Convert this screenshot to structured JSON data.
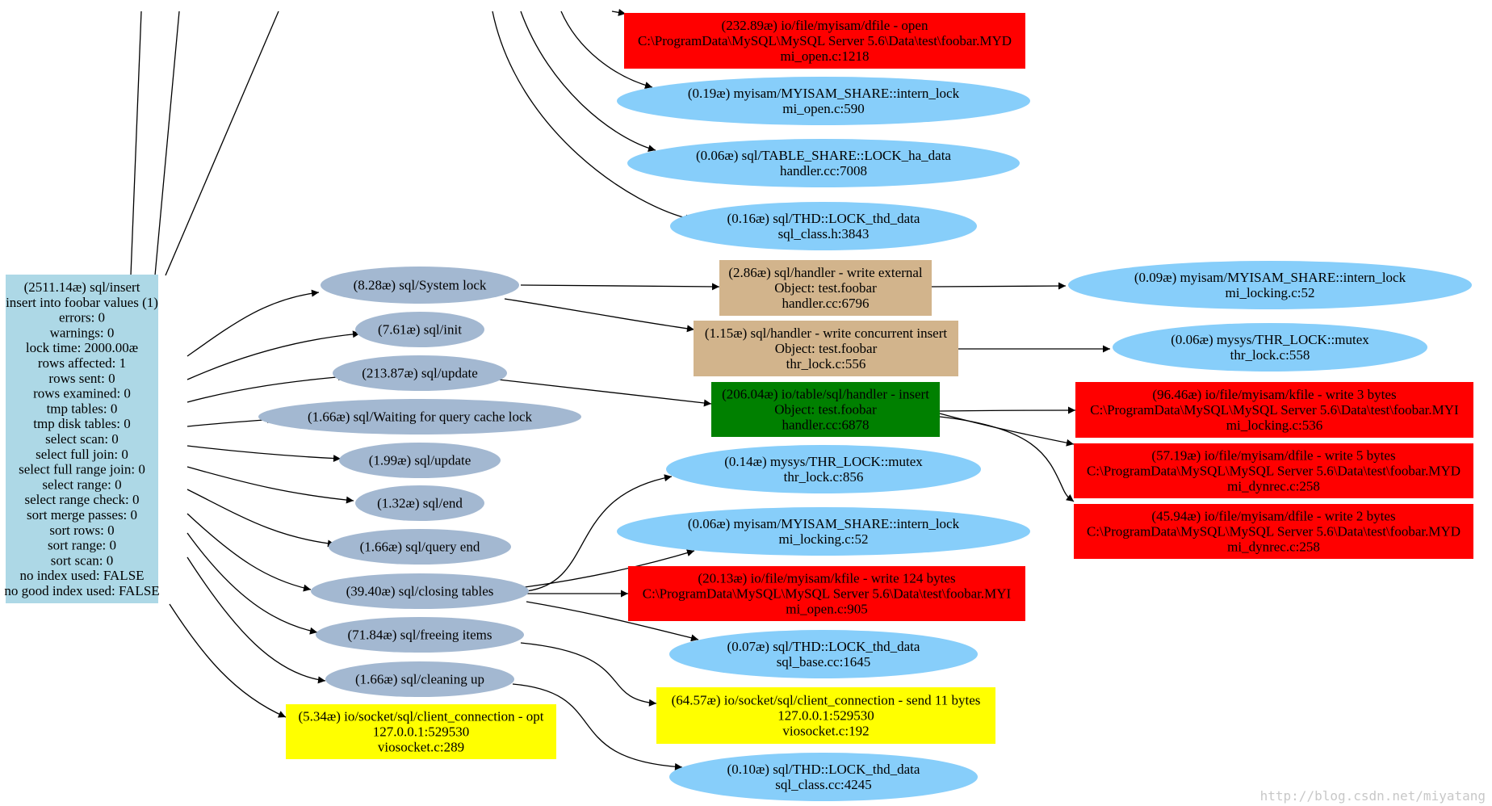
{
  "nodes": {
    "insert": {
      "shape": "box",
      "fill": "#add8e6",
      "lines": [
        "(2511.14æ) sql/insert",
        "insert into foobar values (1)",
        "errors: 0",
        "warnings: 0",
        "lock time: 2000.00æ",
        "rows affected: 1",
        "rows sent: 0",
        "rows examined: 0",
        "tmp tables: 0",
        "tmp disk tables: 0",
        "select scan: 0",
        "select full join: 0",
        "select full range join: 0",
        "select range: 0",
        "select range check: 0",
        "sort merge passes: 0",
        "sort rows: 0",
        "sort range: 0",
        "sort scan: 0",
        "no index used: FALSE",
        "no good index used: FALSE"
      ]
    },
    "system_lock": {
      "shape": "ellipse",
      "fill": "#a3b8d1",
      "lines": [
        "(8.28æ) sql/System lock"
      ]
    },
    "init": {
      "shape": "ellipse",
      "fill": "#a3b8d1",
      "lines": [
        "(7.61æ) sql/init"
      ]
    },
    "update1": {
      "shape": "ellipse",
      "fill": "#a3b8d1",
      "lines": [
        "(213.87æ) sql/update"
      ]
    },
    "wait_qc": {
      "shape": "ellipse",
      "fill": "#a3b8d1",
      "lines": [
        "(1.66æ) sql/Waiting for query cache lock"
      ]
    },
    "update2": {
      "shape": "ellipse",
      "fill": "#a3b8d1",
      "lines": [
        "(1.99æ) sql/update"
      ]
    },
    "end": {
      "shape": "ellipse",
      "fill": "#a3b8d1",
      "lines": [
        "(1.32æ) sql/end"
      ]
    },
    "query_end": {
      "shape": "ellipse",
      "fill": "#a3b8d1",
      "lines": [
        "(1.66æ) sql/query end"
      ]
    },
    "closing_tables": {
      "shape": "ellipse",
      "fill": "#a3b8d1",
      "lines": [
        "(39.40æ) sql/closing tables"
      ]
    },
    "freeing_items": {
      "shape": "ellipse",
      "fill": "#a3b8d1",
      "lines": [
        "(71.84æ) sql/freeing items"
      ]
    },
    "cleaning_up": {
      "shape": "ellipse",
      "fill": "#a3b8d1",
      "lines": [
        "(1.66æ) sql/cleaning up"
      ]
    },
    "client_opt": {
      "shape": "box",
      "fill": "#ffff00",
      "lines": [
        "(5.34æ) io/socket/sql/client_connection - opt",
        "127.0.0.1:529530",
        "viosocket.c:289"
      ]
    },
    "dfile_open": {
      "shape": "box",
      "fill": "#ff0000",
      "lines": [
        "(232.89æ) io/file/myisam/dfile - open",
        "C:\\ProgramData\\MySQL\\MySQL Server 5.6\\Data\\test\\foobar.MYD",
        "mi_open.c:1218"
      ]
    },
    "intern_lock_open": {
      "shape": "ellipse",
      "fill": "#87cefa",
      "lines": [
        "(0.19æ) myisam/MYISAM_SHARE::intern_lock",
        "mi_open.c:590"
      ]
    },
    "lock_ha_data": {
      "shape": "ellipse",
      "fill": "#87cefa",
      "lines": [
        "(0.06æ) sql/TABLE_SHARE::LOCK_ha_data",
        "handler.cc:7008"
      ]
    },
    "lock_thd_data_h": {
      "shape": "ellipse",
      "fill": "#87cefa",
      "lines": [
        "(0.16æ) sql/THD::LOCK_thd_data",
        "sql_class.h:3843"
      ]
    },
    "handler_ext": {
      "shape": "box",
      "fill": "#d2b48c",
      "lines": [
        "(2.86æ) sql/handler - write external",
        "Object: test.foobar",
        "handler.cc:6796"
      ]
    },
    "handler_conc": {
      "shape": "box",
      "fill": "#d2b48c",
      "lines": [
        "(1.15æ) sql/handler - write concurrent insert",
        "Object: test.foobar",
        "thr_lock.c:556"
      ]
    },
    "table_insert": {
      "shape": "box",
      "fill": "#008000",
      "lines": [
        "(206.04æ) io/table/sql/handler - insert",
        "Object: test.foobar",
        "handler.cc:6878"
      ]
    },
    "thr_mutex_856": {
      "shape": "ellipse",
      "fill": "#87cefa",
      "lines": [
        "(0.14æ) mysys/THR_LOCK::mutex",
        "thr_lock.c:856"
      ]
    },
    "intern_lock_52b": {
      "shape": "ellipse",
      "fill": "#87cefa",
      "lines": [
        "(0.06æ) myisam/MYISAM_SHARE::intern_lock",
        "mi_locking.c:52"
      ]
    },
    "kfile_write124": {
      "shape": "box",
      "fill": "#ff0000",
      "lines": [
        "(20.13æ) io/file/myisam/kfile - write 124 bytes",
        "C:\\ProgramData\\MySQL\\MySQL Server 5.6\\Data\\test\\foobar.MYI",
        "mi_open.c:905"
      ]
    },
    "lock_thd_base": {
      "shape": "ellipse",
      "fill": "#87cefa",
      "lines": [
        "(0.07æ) sql/THD::LOCK_thd_data",
        "sql_base.cc:1645"
      ]
    },
    "client_send": {
      "shape": "box",
      "fill": "#ffff00",
      "lines": [
        "(64.57æ) io/socket/sql/client_connection - send 11 bytes",
        "127.0.0.1:529530",
        "viosocket.c:192"
      ]
    },
    "lock_thd_cc": {
      "shape": "ellipse",
      "fill": "#87cefa",
      "lines": [
        "(0.10æ) sql/THD::LOCK_thd_data",
        "sql_class.cc:4245"
      ]
    },
    "intern_lock_52a": {
      "shape": "ellipse",
      "fill": "#87cefa",
      "lines": [
        "(0.09æ) myisam/MYISAM_SHARE::intern_lock",
        "mi_locking.c:52"
      ]
    },
    "thr_mutex_558": {
      "shape": "ellipse",
      "fill": "#87cefa",
      "lines": [
        "(0.06æ) mysys/THR_LOCK::mutex",
        "thr_lock.c:558"
      ]
    },
    "kfile_write3": {
      "shape": "box",
      "fill": "#ff0000",
      "lines": [
        "(96.46æ) io/file/myisam/kfile - write 3 bytes",
        "C:\\ProgramData\\MySQL\\MySQL Server 5.6\\Data\\test\\foobar.MYI",
        "mi_locking.c:536"
      ]
    },
    "dfile_write5": {
      "shape": "box",
      "fill": "#ff0000",
      "lines": [
        "(57.19æ) io/file/myisam/dfile - write 5 bytes",
        "C:\\ProgramData\\MySQL\\MySQL Server 5.6\\Data\\test\\foobar.MYD",
        "mi_dynrec.c:258"
      ]
    },
    "dfile_write2": {
      "shape": "box",
      "fill": "#ff0000",
      "lines": [
        "(45.94æ) io/file/myisam/dfile - write 2 bytes",
        "C:\\ProgramData\\MySQL\\MySQL Server 5.6\\Data\\test\\foobar.MYD",
        "mi_dynrec.c:258"
      ]
    }
  },
  "edges": [
    [
      "insert",
      "system_lock"
    ],
    [
      "insert",
      "init"
    ],
    [
      "insert",
      "update1"
    ],
    [
      "insert",
      "wait_qc"
    ],
    [
      "insert",
      "update2"
    ],
    [
      "insert",
      "end"
    ],
    [
      "insert",
      "query_end"
    ],
    [
      "insert",
      "closing_tables"
    ],
    [
      "insert",
      "freeing_items"
    ],
    [
      "insert",
      "cleaning_up"
    ],
    [
      "insert",
      "client_opt"
    ],
    [
      "system_lock",
      "handler_ext"
    ],
    [
      "system_lock",
      "handler_conc"
    ],
    [
      "handler_ext",
      "intern_lock_52a"
    ],
    [
      "handler_conc",
      "thr_mutex_558"
    ],
    [
      "update1",
      "table_insert"
    ],
    [
      "table_insert",
      "kfile_write3"
    ],
    [
      "table_insert",
      "dfile_write5"
    ],
    [
      "table_insert",
      "dfile_write2"
    ],
    [
      "closing_tables",
      "thr_mutex_856"
    ],
    [
      "closing_tables",
      "intern_lock_52b"
    ],
    [
      "closing_tables",
      "kfile_write124"
    ],
    [
      "closing_tables",
      "lock_thd_base"
    ],
    [
      "freeing_items",
      "client_send"
    ],
    [
      "cleaning_up",
      "lock_thd_cc"
    ],
    [
      "offscreen",
      "dfile_open"
    ],
    [
      "offscreen",
      "intern_lock_open"
    ],
    [
      "offscreen",
      "lock_ha_data"
    ],
    [
      "offscreen",
      "lock_thd_data_h"
    ]
  ],
  "watermark": "http://blog.csdn.net/miyatang"
}
